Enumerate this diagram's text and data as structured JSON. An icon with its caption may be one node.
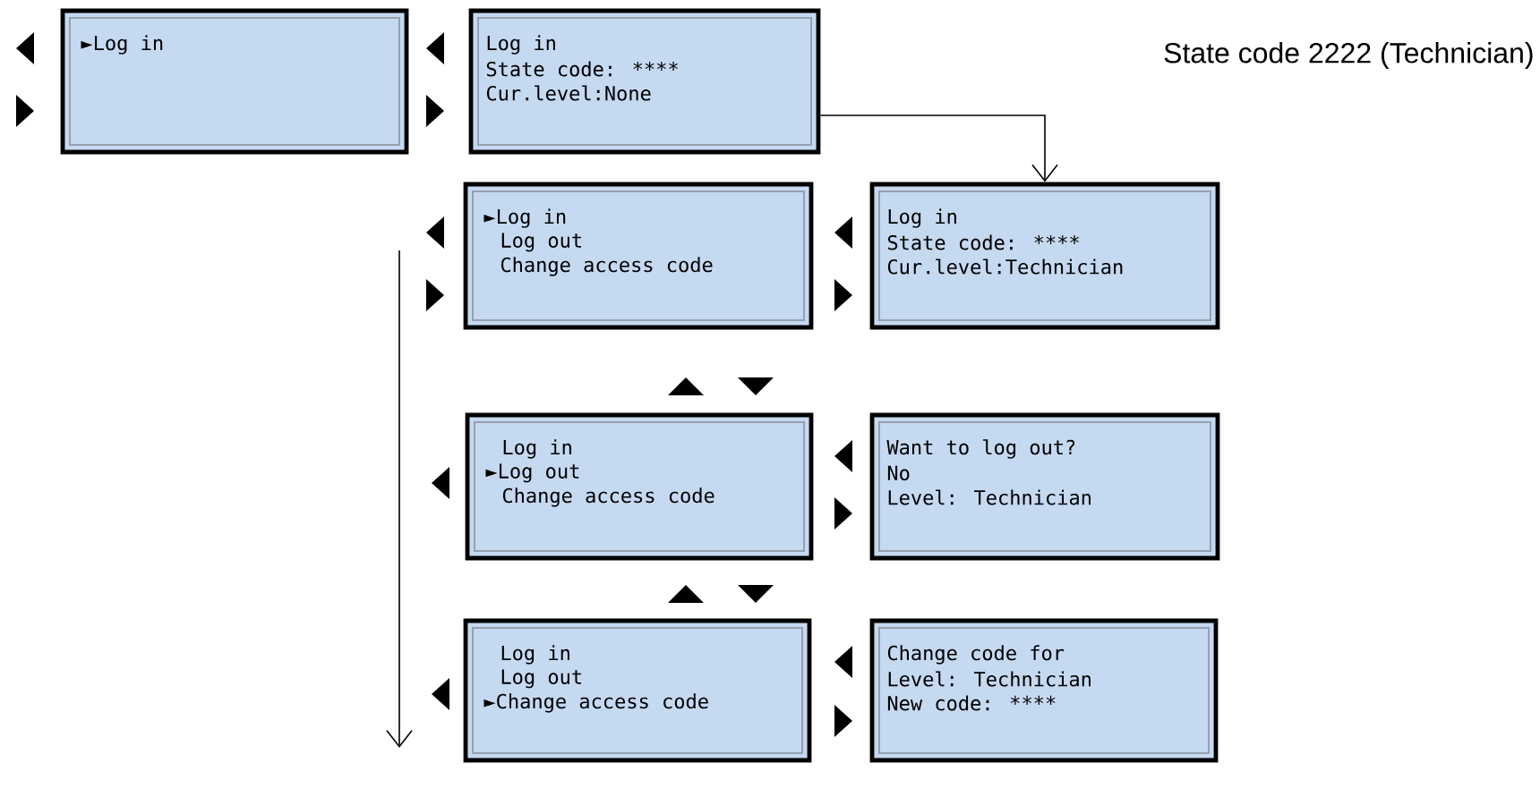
{
  "diagram": {
    "nodes": [
      {
        "text": [
          "►Log in"
        ]
      },
      {
        "text": [
          "Log in",
          "State code: ****",
          "Cur.level:None"
        ]
      },
      {
        "text": [
          "►Log in",
          "Log out",
          "Change access code"
        ]
      },
      {
        "text": [
          "Log in",
          "State code: ****",
          "Cur.level:Technician"
        ]
      },
      {
        "text": [
          "Log in",
          "►Log out",
          "Change access code"
        ]
      },
      {
        "text": [
          "Want to log out?",
          "No",
          "Level: Technician"
        ]
      },
      {
        "text": [
          "Log in",
          "Log out",
          "►Change access code"
        ]
      },
      {
        "text": [
          "Change code for",
          "Level: Technician",
          "New code: ****"
        ]
      }
    ],
    "edges": [
      {
        "from": 1,
        "to": 3,
        "arrow": "to"
      }
    ],
    "labels": [
      "State code 2222 (Technician)"
    ]
  }
}
